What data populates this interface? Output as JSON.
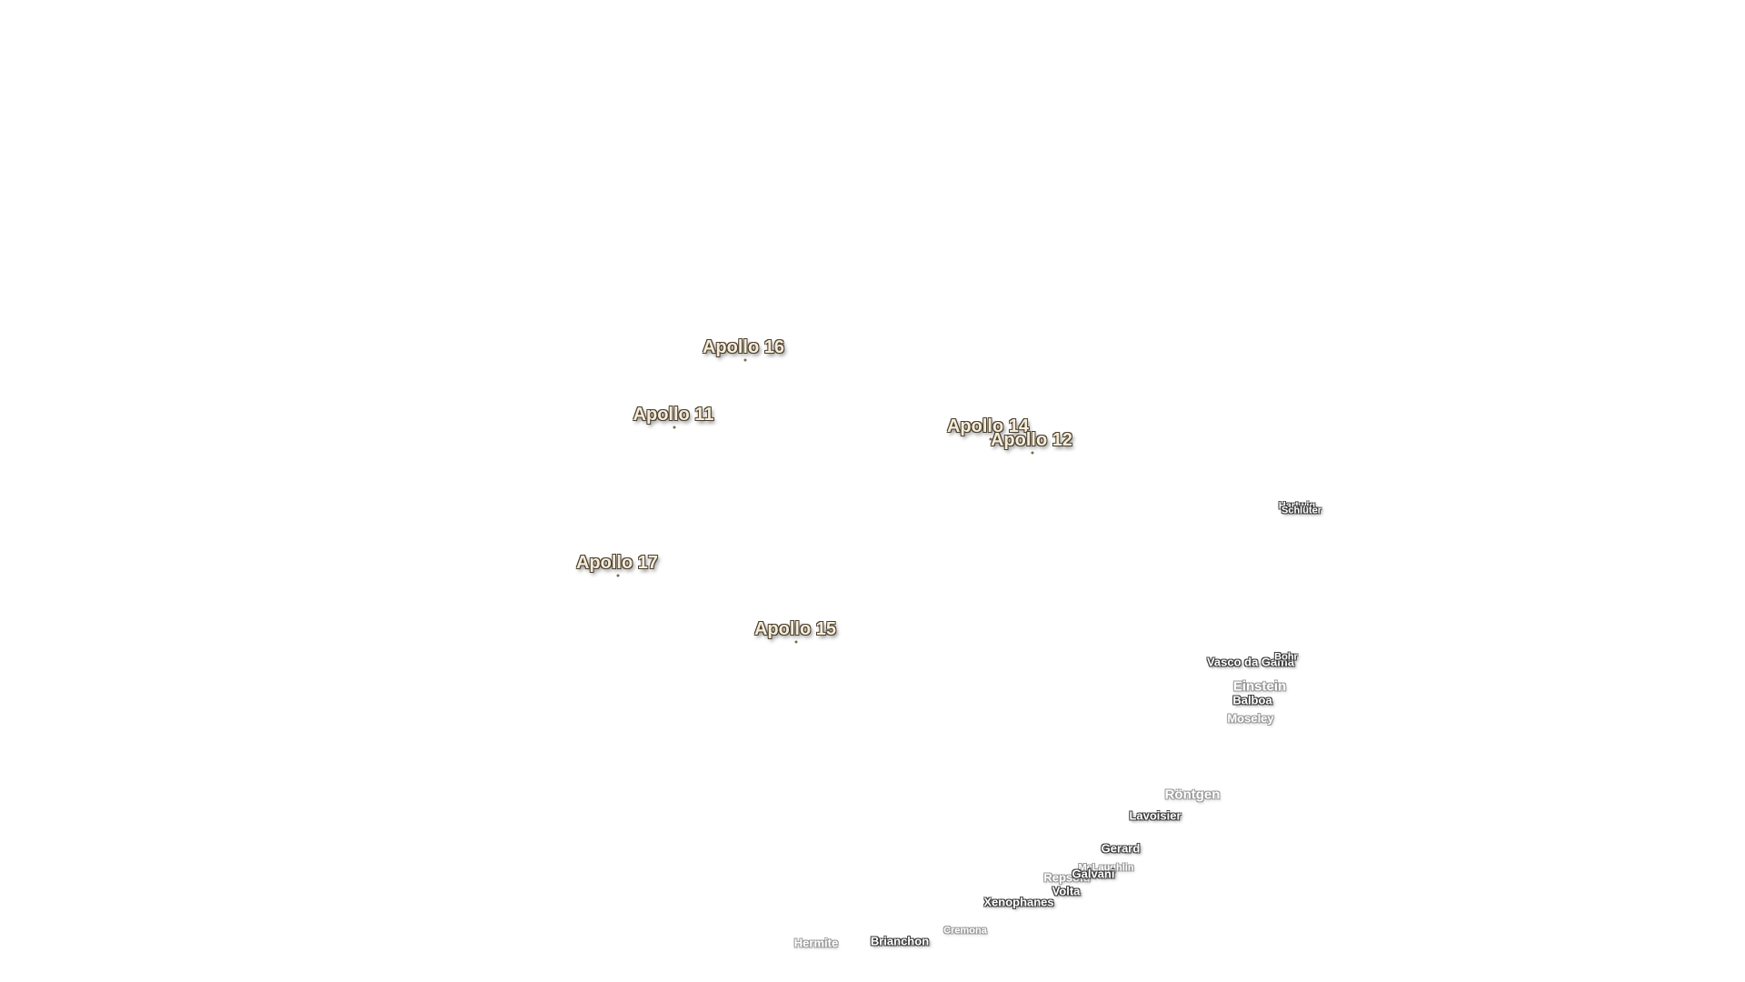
{
  "apollo_sites": [
    {
      "label": "Apollo 16"
    },
    {
      "label": "Apollo 11"
    },
    {
      "label": "Apollo 14"
    },
    {
      "label": "Apollo 12"
    },
    {
      "label": "Apollo 17"
    },
    {
      "label": "Apollo 15"
    }
  ],
  "craters": [
    {
      "label": "Hartwig"
    },
    {
      "label": "Schlüter"
    },
    {
      "label": "Vasco da Gama"
    },
    {
      "label": "Bohr"
    },
    {
      "label": "Einstein"
    },
    {
      "label": "Balboa"
    },
    {
      "label": "Moseley"
    },
    {
      "label": "Röntgen"
    },
    {
      "label": "Lavoisier"
    },
    {
      "label": "Gerard"
    },
    {
      "label": "McLaughlin"
    },
    {
      "label": "Repsold"
    },
    {
      "label": "Galvani"
    },
    {
      "label": "Volta"
    },
    {
      "label": "Xenophanes"
    },
    {
      "label": "Cremona"
    },
    {
      "label": "Brianchon"
    },
    {
      "label": "Hermite"
    }
  ]
}
